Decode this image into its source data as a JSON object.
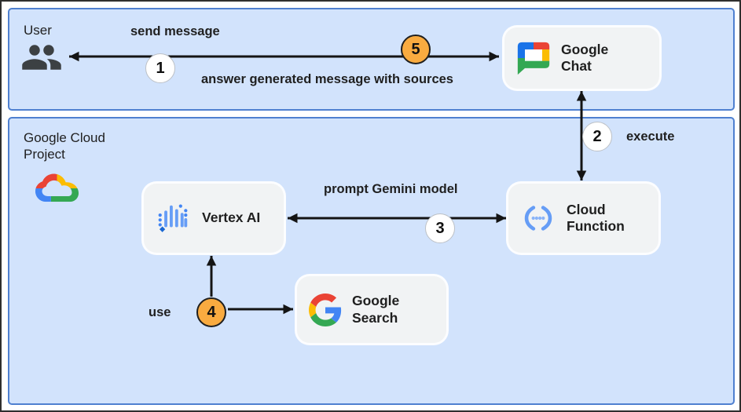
{
  "colors": {
    "zone_fill": "#d2e3fc",
    "zone_border": "#4f80d0",
    "card_fill": "#f1f3f4",
    "step_orange": "#f9ab40",
    "arrow": "#141414",
    "text": "#1f1f1f"
  },
  "zones": {
    "user": {
      "title": "User"
    },
    "gcp": {
      "title": "Google Cloud Project"
    }
  },
  "zone_icons": {
    "user": "people-icon",
    "gcp": "google-cloud-icon"
  },
  "nodes": {
    "google_chat": {
      "label": "Google Chat",
      "icon": "google-chat-icon"
    },
    "vertex_ai": {
      "label": "Vertex AI",
      "icon": "vertex-ai-icon"
    },
    "cloud_function": {
      "label": "Cloud Function",
      "icon": "cloud-functions-icon"
    },
    "google_search": {
      "label": "Google Search",
      "icon": "google-g-icon"
    }
  },
  "edge_labels": {
    "send_message": "send message",
    "answer_prefix": "answer generated message ",
    "answer_bold": "with sources",
    "execute": "execute",
    "prompt_gemini": "prompt Gemini model",
    "use": "use"
  },
  "steps": {
    "s1": "1",
    "s2": "2",
    "s3": "3",
    "s4": "4",
    "s5": "5"
  }
}
